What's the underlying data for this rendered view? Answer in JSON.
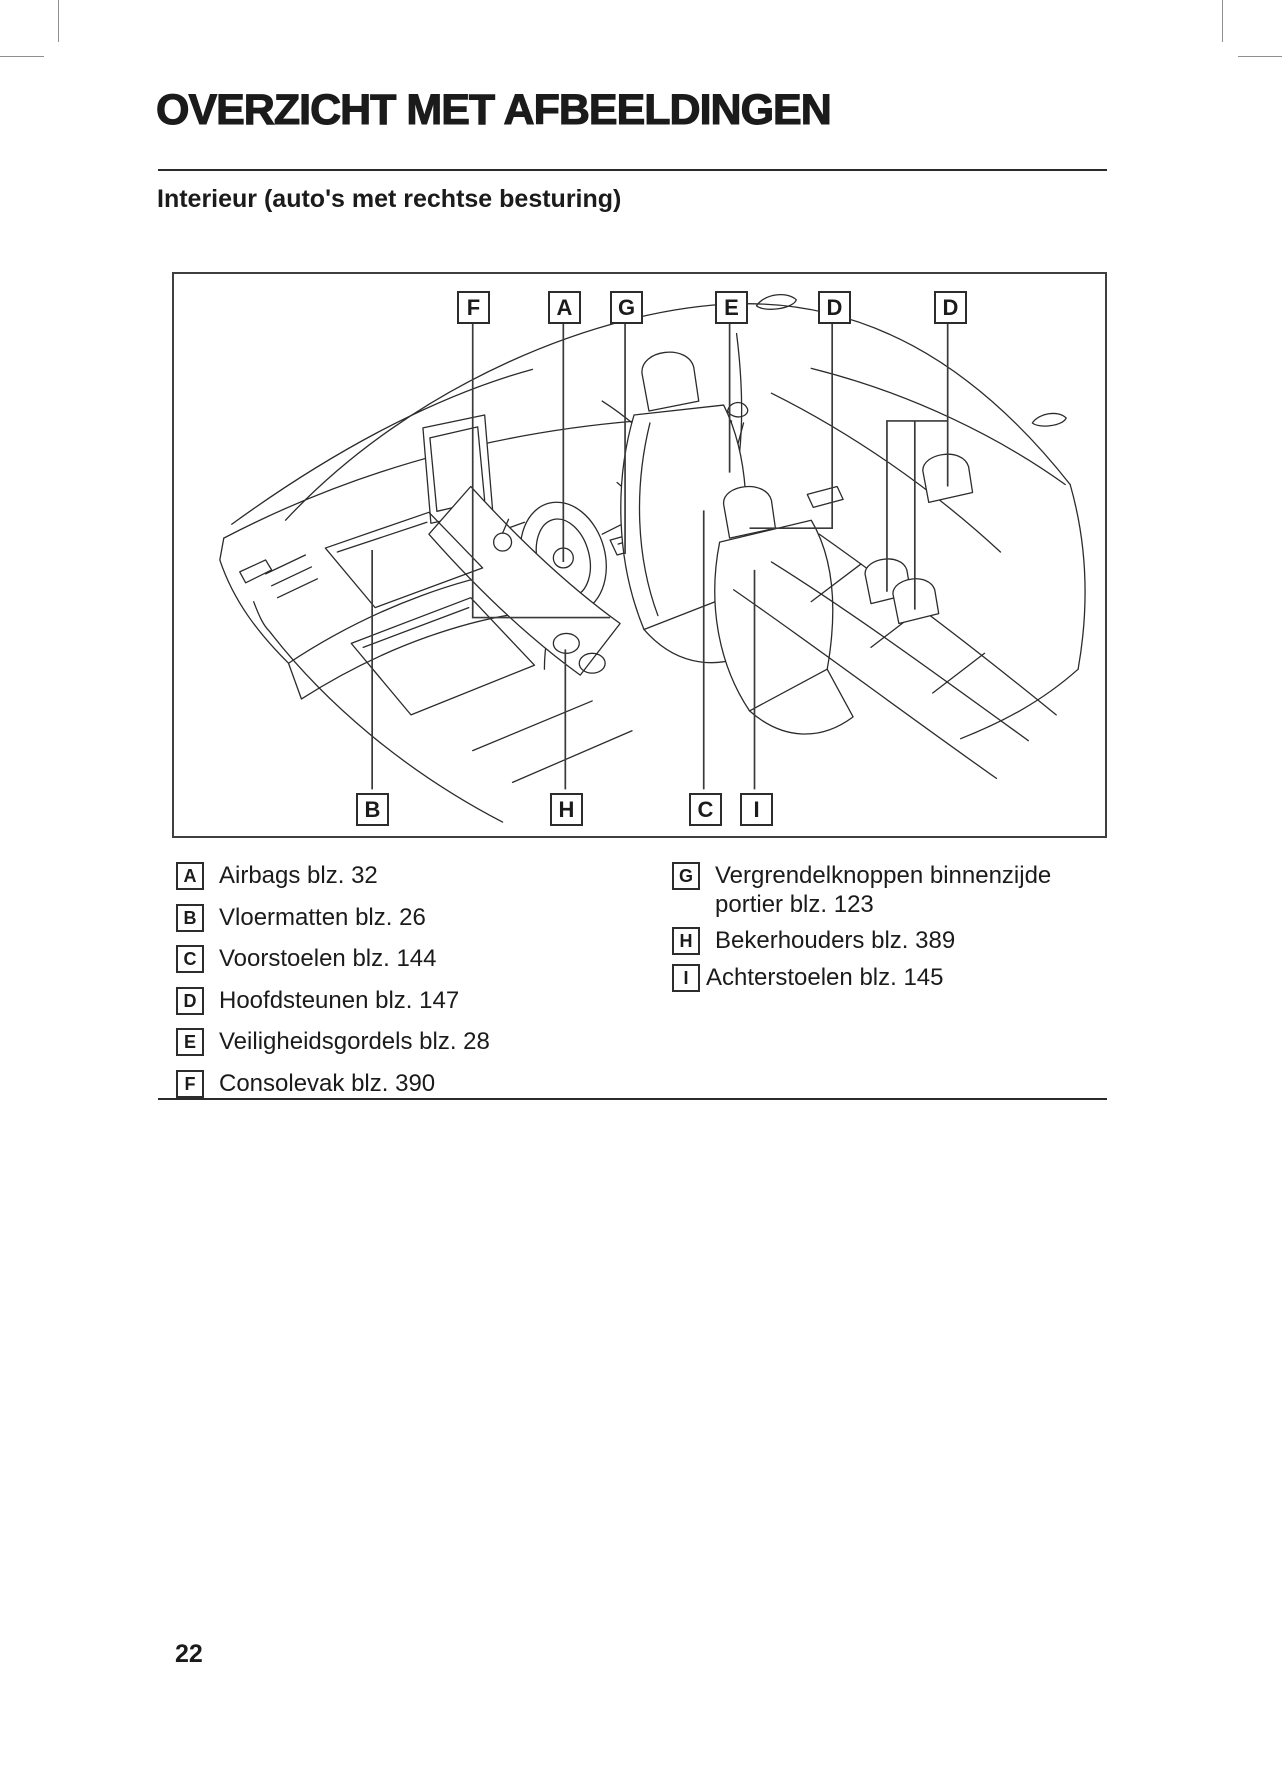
{
  "page": {
    "title": "OVERZICHT MET AFBEELDINGEN",
    "subtitle": "Interieur (auto's met rechtse besturing)",
    "page_number": "22"
  },
  "figure": {
    "illustration": "car-interior-line-drawing",
    "callouts_top": [
      {
        "letter": "F"
      },
      {
        "letter": "A"
      },
      {
        "letter": "G"
      },
      {
        "letter": "E"
      },
      {
        "letter": "D"
      },
      {
        "letter": "D"
      }
    ],
    "callouts_bottom": [
      {
        "letter": "B"
      },
      {
        "letter": "H"
      },
      {
        "letter": "C"
      },
      {
        "letter": "I"
      }
    ]
  },
  "legend": {
    "left": [
      {
        "letter": "A",
        "label": "Airbags",
        "page": "blz. 32"
      },
      {
        "letter": "B",
        "label": "Vloermatten",
        "page": "blz. 26"
      },
      {
        "letter": "C",
        "label": "Voorstoelen",
        "page": "blz. 144"
      },
      {
        "letter": "D",
        "label": "Hoofdsteunen",
        "page": "blz. 147"
      },
      {
        "letter": "E",
        "label": "Veiligheidsgordels",
        "page": "blz. 28"
      },
      {
        "letter": "F",
        "label": "Consolevak",
        "page": "blz. 390"
      }
    ],
    "right": [
      {
        "letter": "G",
        "label": "Vergrendelknoppen binnenzijde portier",
        "page": "blz. 123"
      },
      {
        "letter": "H",
        "label": "Bekerhouders",
        "page": "blz. 389"
      },
      {
        "letter": "I",
        "label": "Achterstoelen",
        "page": "blz. 145"
      }
    ]
  },
  "colors": {
    "text": "#1b1b1b",
    "line": "#2b2b2b",
    "crop_mark": "#8f8f8f",
    "background": "#ffffff"
  }
}
